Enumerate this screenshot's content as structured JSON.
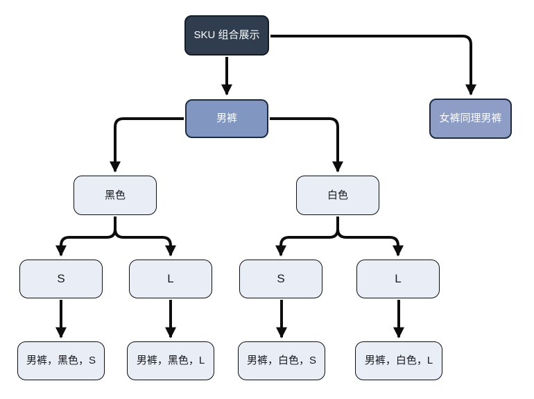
{
  "diagram": {
    "type": "flowchart-tree",
    "topic": "SKU combination display tree",
    "nodes": {
      "root": {
        "label": "SKU 组合展示"
      },
      "men": {
        "label": "男裤"
      },
      "women_note": {
        "label": "女裤同理男裤"
      },
      "black": {
        "label": "黑色"
      },
      "white": {
        "label": "白色"
      },
      "black_s": {
        "label": "S"
      },
      "black_l": {
        "label": "L"
      },
      "white_s": {
        "label": "S"
      },
      "white_l": {
        "label": "L"
      },
      "leaf_black_s": {
        "label": "男裤，黑色，S"
      },
      "leaf_black_l": {
        "label": "男裤，黑色，L"
      },
      "leaf_white_s": {
        "label": "男裤，白色，S"
      },
      "leaf_white_l": {
        "label": "男裤，白色，L"
      }
    },
    "edges": [
      "root -> men",
      "root -> women_note",
      "men -> black",
      "men -> white",
      "black -> black_s",
      "black -> black_l",
      "white -> white_s",
      "white -> white_l",
      "black_s -> leaf_black_s",
      "black_l -> leaf_black_l",
      "white_s -> leaf_white_s",
      "white_l -> leaf_white_l"
    ],
    "colors": {
      "root_bg": "#2f3d4e",
      "root_text": "#ffffff",
      "root_border": "#141c26",
      "branch_bg": "#8296c2",
      "note_bg": "#8e9dc6",
      "branch_text": "#ffffff",
      "branch_border": "#1c2940",
      "leaf_bg": "#e9eef6",
      "leaf_text": "#16181c",
      "line_color": "#0d0d0d",
      "background": "#ffffff"
    }
  }
}
